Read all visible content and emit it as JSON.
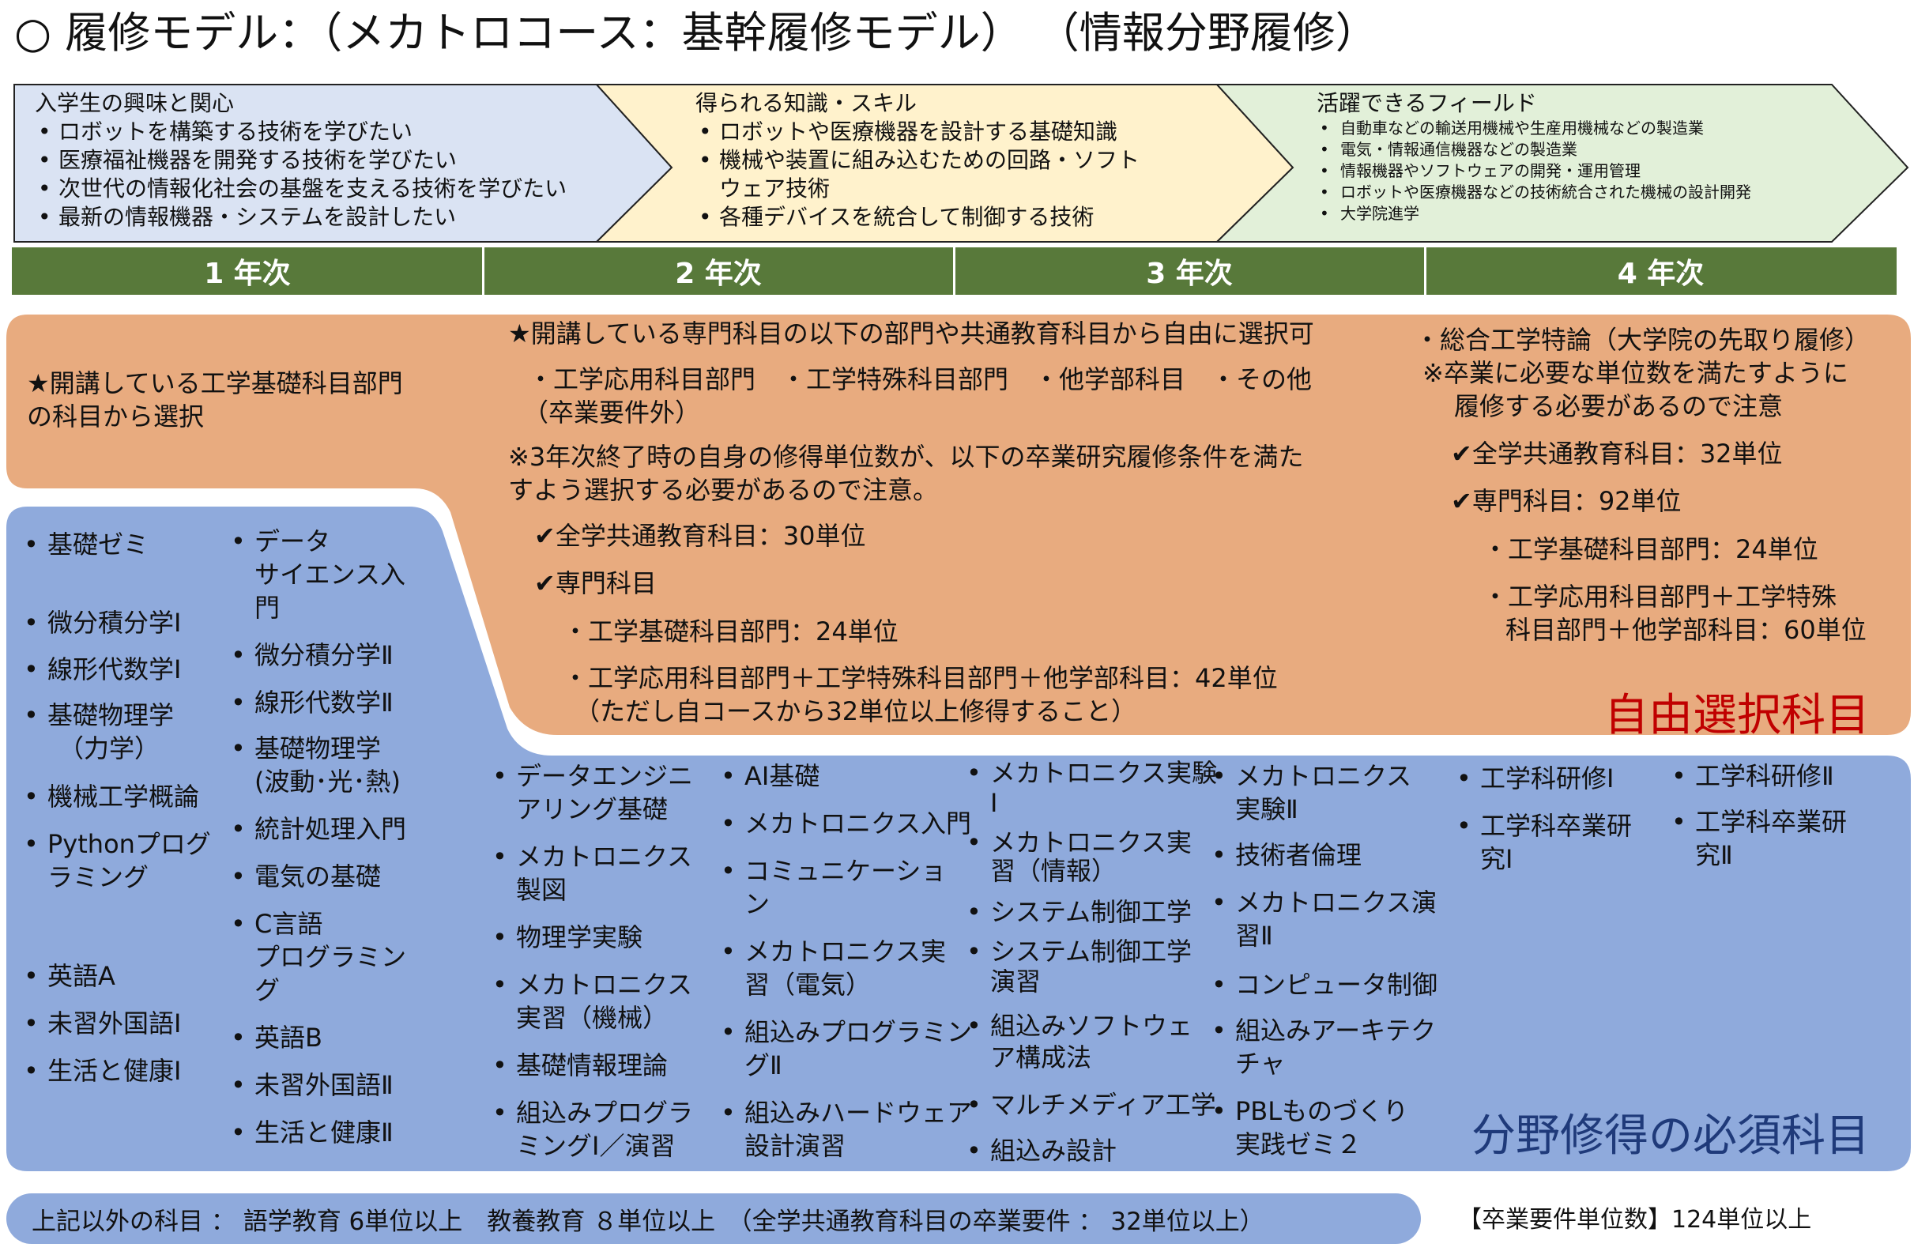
{
  "title": "○ 履修モデル：（メカトロコース：基幹履修モデル）  （情報分野履修）",
  "arrows": [
    {
      "heading": "入学生の興味と関心",
      "items": [
        "ロボットを構築する技術を学びたい",
        "医療福祉機器を開発する技術を学びたい",
        "次世代の情報化社会の基盤を支える技術を学びたい",
        "最新の情報機器・システムを設計したい"
      ]
    },
    {
      "heading": "得られる知識・スキル",
      "items": [
        "ロボットや医療機器を設計する基礎知識",
        "機械や装置に組み込むための回路・ソフト",
        "ウェア技術",
        "各種デバイスを統合して制御する技術"
      ]
    },
    {
      "heading": "活躍できるフィールド",
      "items": [
        "自動車などの輸送用機械や生産用機械などの製造業",
        "電気・情報通信機器などの製造業",
        "情報機器やソフトウェアの開発・運用管理",
        "ロボットや医療機器などの技術統合された機械の設計開発",
        "大学院進学"
      ]
    }
  ],
  "years": [
    "1 年次",
    "2 年次",
    "3 年次",
    "4 年次"
  ],
  "elective": {
    "left": [
      "★開講している工学基礎科目部門",
      "の科目から選択"
    ],
    "mid": [
      "★開講している専門科目の以下の部門や共通教育科目から自由に選択可",
      "・工学応用科目部門　・工学特殊科目部門　・他学部科目　・その他",
      "（卒業要件外）",
      "※3年次終了時の自身の修得単位数が、以下の卒業研究履修条件を満た",
      "すよう選択する必要があるので注意。",
      "✔全学共通教育科目：30単位",
      "✔専門科目",
      "・工学基礎科目部門：24単位",
      "・工学応用科目部門＋工学特殊科目部門＋他学部科目：42単位",
      "（ただし自コースから32単位以上修得すること）"
    ],
    "right": [
      "・総合工学特論（大学院の先取り履修）",
      "※卒業に必要な単位数を満たすように",
      "履修する必要があるので注意",
      "✔全学共通教育科目：32単位",
      "✔専門科目：92単位",
      "・工学基礎科目部門：24単位",
      "・工学応用科目部門＋工学特殊",
      "科目部門＋他学部科目：60単位"
    ],
    "label": "自由選択科目"
  },
  "required": {
    "y1a": [
      "基礎ゼミ",
      "微分積分学Ⅰ",
      "線形代数学Ⅰ",
      "基礎物理学",
      "（力学）",
      "機械工学概論",
      "Pythonプログ",
      "ラミング",
      "英語A",
      "未習外国語Ⅰ",
      "生活と健康Ⅰ"
    ],
    "y1b": [
      "データ",
      "サイエンス入",
      "門",
      "微分積分学Ⅱ",
      "線形代数学Ⅱ",
      "基礎物理学",
      "(波動･光･熱)",
      "統計処理入門",
      "電気の基礎",
      "C言語",
      "プログラミン",
      "グ",
      "英語B",
      "未習外国語Ⅱ",
      "生活と健康Ⅱ"
    ],
    "y2a": [
      "データエンジニ",
      "アリング基礎",
      "メカトロニクス",
      "製図",
      "物理学実験",
      "メカトロニクス",
      "実習（機械）",
      "基礎情報理論",
      "組込みプログラ",
      "ミングⅠ／演習"
    ],
    "y2b": [
      "AI基礎",
      "メカトロニクス入門",
      "コミュニケーショ",
      "ン",
      "メカトロニクス実",
      "習（電気）",
      "組込みプログラミン",
      "グⅡ",
      "組込みハードウェア",
      "設計演習"
    ],
    "y3a": [
      "メカトロニクス実験",
      "Ⅰ",
      "メカトロニクス実",
      "習（情報）",
      "システム制御工学",
      "システム制御工学",
      "演習",
      "組込みソフトウェ",
      "ア構成法",
      "マルチメディア工学",
      "組込み設計"
    ],
    "y3b": [
      "メカトロニクス",
      "実験Ⅱ",
      "技術者倫理",
      "メカトロニクス演",
      "習Ⅱ",
      "コンピュータ制御",
      "組込みアーキテク",
      "チャ",
      "PBLものづくり",
      "実践ゼミ２"
    ],
    "y4a": [
      "工学科研修Ⅰ",
      "工学科卒業研",
      "究Ⅰ"
    ],
    "y4b": [
      "工学科研修Ⅱ",
      "工学科卒業研",
      "究Ⅱ"
    ],
    "label": "分野修得の必須科目"
  },
  "footer": "上記以外の科目 ： 語学教育 6単位以上　教養教育 ８単位以上　（全学共通教育科目の卒業要件 ： 32単位以上）",
  "graduation": "【卒業要件単位数】124単位以上",
  "colors": {
    "arrow1": "#dae3f3",
    "arrow2": "#fff2cc",
    "arrow3": "#e2f0d9",
    "yearbar": "#58793a",
    "elective": "#e8ab7f",
    "required": "#8faadc",
    "red": "#c00000",
    "navy": "#1f3a7a"
  }
}
